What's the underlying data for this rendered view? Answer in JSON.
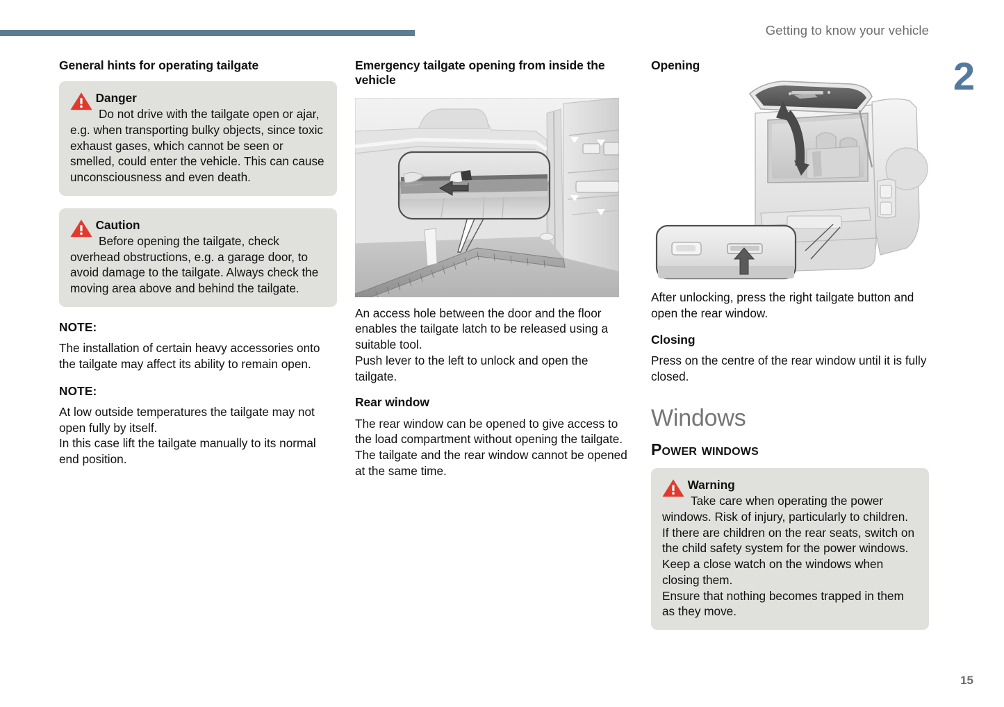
{
  "header": {
    "title": "Getting to know your vehicle",
    "chapter_number": "2",
    "rule_color": "#5d7e92"
  },
  "footer": {
    "page_number": "15"
  },
  "columns": {
    "left": {
      "heading": "General hints for operating tailgate",
      "danger": {
        "title": "Danger",
        "icon": "warning-triangle-icon",
        "icon_color": "#e03a2f",
        "text": "Do not drive with the tailgate open or ajar, e.g. when transporting bulky objects, since toxic exhaust gases, which cannot be seen or smelled, could enter the vehicle. This can cause unconsciousness and even death."
      },
      "caution": {
        "title": "Caution",
        "icon": "warning-triangle-icon",
        "icon_color": "#e03a2f",
        "text": "Before opening the tailgate, check overhead obstructions, e.g. a garage door, to avoid damage to the tailgate. Always check the moving area above and behind the tailgate."
      },
      "note1_label": "NOTE:",
      "note1_text": "The installation of certain heavy accessories onto the tailgate may affect its ability to remain open.",
      "note2_label": "NOTE:",
      "note2_text": "At low outside temperatures the tailgate may not open fully by itself.\nIn this case lift the tailgate manually to its normal end position."
    },
    "middle": {
      "heading": "Emergency tailgate opening from inside the vehicle",
      "figure_name": "interior-tailgate-latch-illustration",
      "paragraph1": "An access hole between the door and the floor enables the tailgate latch to be released using a suitable tool.\nPush lever to the left to unlock and open the tailgate.",
      "subheading": "Rear window",
      "paragraph2": "The rear window can be opened to give access to the load compartment without opening the tailgate. The tailgate and the rear window cannot be opened at the same time."
    },
    "right": {
      "heading": "Opening",
      "figure_name": "rear-window-opening-illustration",
      "paragraph1": "After unlocking, press the right tailgate button and open the rear window.",
      "subheading_closing": "Closing",
      "paragraph2": "Press on the centre of the rear window until it is fully closed.",
      "section_title": "Windows",
      "subsection_title": "Power windows",
      "warning": {
        "title": "Warning",
        "icon": "warning-triangle-icon",
        "icon_color": "#e03a2f",
        "text": "Take care when operating the power windows. Risk of injury, particularly to children.\nIf there are children on the rear seats, switch on the child safety system for the power windows.\nKeep a close watch on the windows when closing them.\nEnsure that nothing becomes trapped in them as they move."
      }
    }
  }
}
